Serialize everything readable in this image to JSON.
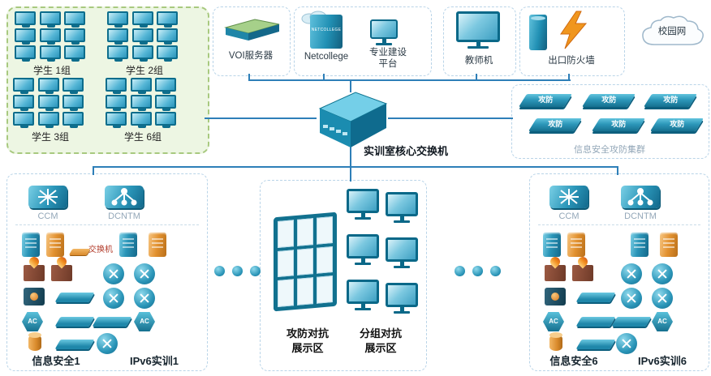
{
  "students": {
    "groups": [
      "学生 1组",
      "学生 2组",
      "学生 3组",
      "学生 6组"
    ]
  },
  "top": {
    "voi_label": "VOI服务器",
    "netcollege_label": "Netcollege",
    "netcollege_icon_text": "NETCOLLEGE",
    "platform_line1": "专业建设",
    "platform_line2": "平台",
    "teacher_label": "教师机",
    "firewall_label": "出口防火墙",
    "campus_label": "校园网"
  },
  "core": {
    "label": "实训室核心交换机"
  },
  "cluster": {
    "title": "信息安全攻防集群",
    "device_label": "攻防"
  },
  "rooms": {
    "left": {
      "ccm": "CCM",
      "dcntm": "DCNTM",
      "switch_note": "交换机",
      "footer_left": "信息安全1",
      "footer_right": "IPv6实训1"
    },
    "right": {
      "ccm": "CCM",
      "dcntm": "DCNTM",
      "footer_left": "信息安全6",
      "footer_right": "IPv6实训6"
    }
  },
  "display_area": {
    "attack_line1": "攻防对抗",
    "attack_line2": "展示区",
    "group_line1": "分组对抗",
    "group_line2": "展示区"
  },
  "icons": {
    "ac_text": "AC"
  },
  "colors": {
    "line_blue": "#2e7fb8",
    "device_teal": "#1f8cb0",
    "device_orange": "#e2912f",
    "flame_orange": "#f08c1e",
    "student_box_bg": "#edf6e3",
    "student_box_border": "#a8c97f",
    "dashed_border": "#b9d4e8",
    "muted_label": "#93a7b8"
  }
}
